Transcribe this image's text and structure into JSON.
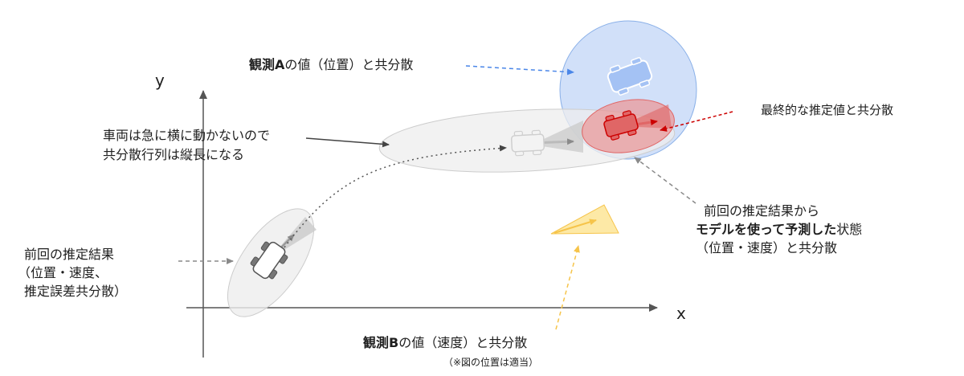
{
  "axes": {
    "x_label": "x",
    "y_label": "y"
  },
  "labels": {
    "obs_a": {
      "bold": "観測A",
      "rest": "の値（位置）と共分散"
    },
    "final": "最終的な推定値と共分散",
    "vehicle_line1": "車両は急に横に動かないので",
    "vehicle_line2": "共分散行列は縦長になる",
    "predicted_line1": "前回の推定結果から",
    "predicted_line2_bold": "モデルを使って予測した",
    "predicted_line2_rest": "状態",
    "predicted_line3": "（位置・速度）と共分散",
    "prev_line1": "前回の推定結果",
    "prev_line2": "（位置・速度、",
    "prev_line3": "推定誤差共分散）",
    "obs_b": {
      "bold": "観測B",
      "rest": "の値（速度）と共分散"
    },
    "obs_b_note": "（※図の位置は適当）"
  },
  "colors": {
    "obs_a": "#4a86e8",
    "final": "#cc0000",
    "obs_b": "#f6c44a",
    "neutral": "#9e9e9e",
    "axis": "#555555"
  }
}
